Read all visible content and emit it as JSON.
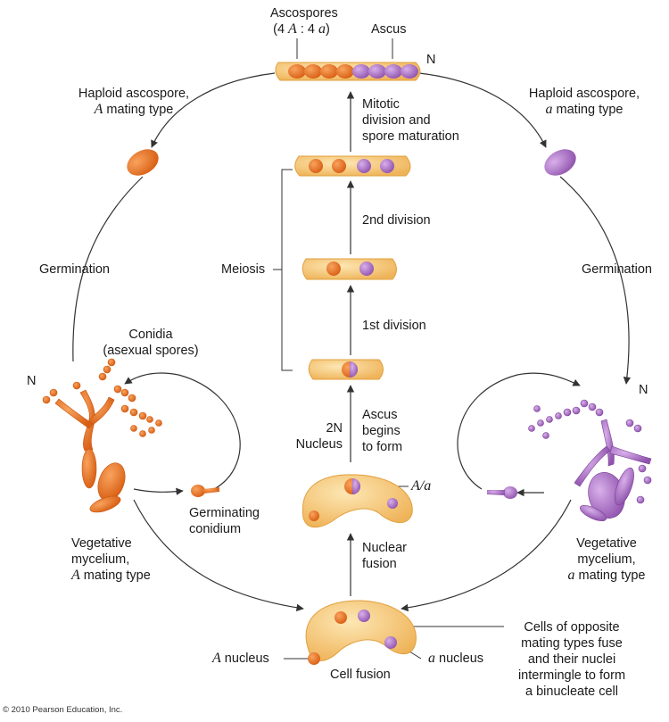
{
  "labels": {
    "ascospores": "Ascospores",
    "ascospores_ratio_pre": "(4 ",
    "ascospores_ratio_A": "A",
    "ascospores_ratio_mid": " : 4 ",
    "ascospores_ratio_a": "a",
    "ascospores_ratio_post": ")",
    "ascus": "Ascus",
    "n_top": "N",
    "haploid_left_1": "Haploid ascospore,",
    "haploid_left_A": "A",
    "haploid_left_2": " mating type",
    "haploid_right_1": "Haploid ascospore,",
    "haploid_right_a": "a",
    "haploid_right_2": " mating type",
    "mitotic_1": "Mitotic",
    "mitotic_2": "division and",
    "mitotic_3": "spore maturation",
    "second_division": "2nd division",
    "meiosis": "Meiosis",
    "first_division": "1st division",
    "germination_left": "Germination",
    "germination_right": "Germination",
    "conidia_1": "Conidia",
    "conidia_2": "(asexual spores)",
    "n_left": "N",
    "n_right": "N",
    "two_n_1": "2N",
    "two_n_2": "Nucleus",
    "ascus_begins_1": "Ascus",
    "ascus_begins_2": "begins",
    "ascus_begins_3": "to form",
    "Aa_label": "A/a",
    "germinating_1": "Germinating",
    "germinating_2": "conidium",
    "veg_left_1": "Vegetative",
    "veg_left_2": "mycelium,",
    "veg_left_A": "A",
    "veg_left_3": " mating type",
    "veg_right_1": "Vegetative",
    "veg_right_2": "mycelium,",
    "veg_right_a": "a",
    "veg_right_3": " mating type",
    "nuclear_fusion_1": "Nuclear",
    "nuclear_fusion_2": "fusion",
    "cells_opp_1": "Cells of opposite",
    "cells_opp_2": "mating types fuse",
    "cells_opp_3": "and their nuclei",
    "cells_opp_4": "intermingle to form",
    "cells_opp_5": "a binucleate cell",
    "A_nucleus_A": "A",
    "A_nucleus_text": " nucleus",
    "a_nucleus_a": "a",
    "a_nucleus_text": " nucleus",
    "cell_fusion": "Cell fusion",
    "copyright": "© 2010 Pearson Education, Inc."
  },
  "colors": {
    "cell_fill": "#f4c46b",
    "cell_edge": "#e0a03e",
    "orange_nucleus": "#e8742a",
    "purple_nucleus": "#a66ac2",
    "arrow": "#333333"
  }
}
